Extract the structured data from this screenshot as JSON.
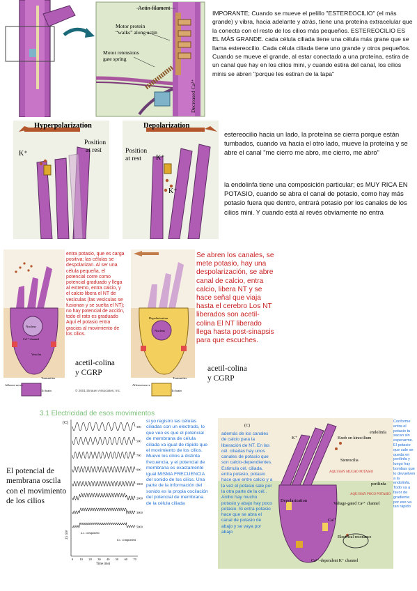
{
  "top": {
    "fig": {
      "actin": "Actin filament",
      "motor1": "Motor protein",
      "motor2": "“walks” along actin",
      "spring1": "Motor retensions",
      "spring2": "gate spring",
      "decreased": "Decreased Ca²⁺"
    },
    "note": "IMPORANTE; Cuando se mueve el pelillo \"ESTEREOCILIO\" (el más grande) y vibra, hacia adelante y atrás, tiene una proteína extracelular que la conecta con el resto de los cilios más pequeños. ESTEREOCILIO ES EL MÁS GRANDE. cada célula ciliada tiene una célula más grane que se llama estereocilio. Cada célula ciliada tiene uno grande y otros pequeños. Cuando se mueve el grande, al estar conectado a una proteína, estira de un canal que hay en los cilios mini, y cuando estira del canal, los cilios minis se abren \"porque les estiran de la tapa\""
  },
  "second": {
    "hyper": "Hyperpolarization",
    "depol": "Depolarization",
    "kplus": "K⁺",
    "position1": "Position",
    "position2": "at rest",
    "note1": "estereocilio hacia un lado, la proteína se cierra porque están tumbados, cuando va hacia el otro lado, mueve la proteína y se abre el canal \"me cierro me abro, me cierro, me abro\"",
    "note2": "la endolinfa tiene una composición particular; es MUY RICA EN POTASIO, cuando se abra el canal de potasio, como hay más potasio fuera que dentro, entrará potasio por los canales de los cilios mini. Y cuando está al revés obviamente no entra"
  },
  "third": {
    "left_labels": {
      "nucleus": "Nucleus",
      "ca_channel": "Ca²⁺ channel",
      "vesicles": "Vesicles",
      "transmitter": "Transmitter",
      "afferent": "Afferent nerve",
      "to_brain": "To brain"
    },
    "left_note": "entra potasio, que es carga positiva; las células se despolarizan. Al ser una célula pequeña, el potencial corre como potencial graduado y llega al extremo, entra calcio, y el calcio libera el NT de vesículas (las vesículas se fusionan y se suelta el NT); no hay potencial de acción, todo el rato es graduado\nAquí el potasio entra gracias al movimiento de los cilios.",
    "left_caption": "acetil-colina\ny CGRP",
    "copyright": "© 2001 Sinauer Associates, Inc.",
    "right_labels": {
      "depolarization": "Depolarization",
      "nucleus": "Nucleus",
      "transmitter": "Transmitter",
      "afferent": "Afferent nerve",
      "to_brain": "To brain"
    },
    "right_note": "Se abren los canales, se mete potasio, hay una despolarización, se abre canal de calcio, entra calcio, libera NT y se hace señal que viaja hasta el cerebro Los NT liberados son acetil-colina El NT liberado llega hasta post-sinapsis para que escuches.",
    "right_caption": "acetil-colina\ny CGRP"
  },
  "bottom": {
    "section_title": "3.1 Electricidad de esos movimientos",
    "c_label": "(C)",
    "side_title": "El potencial de membrana oscila con el movimiento de los cilios",
    "freq": [
      "300",
      "500",
      "700",
      "900",
      "1000",
      "2000",
      "3000",
      "5000"
    ],
    "ac": "a.c. component",
    "dc": "d.c. component",
    "ylabel": "25 mV",
    "xticks": [
      "0",
      "10",
      "20",
      "30",
      "40",
      "50",
      "60",
      "70"
    ],
    "xlabel": "Time (ms)",
    "mid_note": "si yo registro las células ciliadas con un electrodo, lo que veo es que el potencial de membrana de célula ciliada va igual de rápido que el movimiento de los cilios. Muevo los cilios a distinta frecuencia, y el potencial de membrana es exactamente igual MISMA FRECUENCIA del sonido de los cilios. Una parte de la información del sonido es la propia oscilación del potencial de membrana de la célula ciliada",
    "right_fig": {
      "c_label": "(C)",
      "endolinfa": "endolinfa",
      "perilinfa": "perilinfa",
      "knob": "Knob on kinocilium",
      "stereocilia": "Stereocilia",
      "mucho": "AQUI HAY MUCHO POTASIO",
      "poco": "AQUI HAY POCO POTASIO",
      "depol": "Depolarization",
      "voltage": "Voltage-gated Ca²⁺ channel",
      "electrical": "Electrical resonance",
      "kdep": "Ca²⁺-dependent K⁺ channel",
      "k": "K⁺",
      "ca": "Ca²⁺"
    },
    "overlay_note": "además de los canales de calcio para la liberación de NT. En las cél. ciliadas hay unos canales de potasio que son calcio-dependientes. Estimula cél. ciliada, entra potasio, potasio hace que entre calcio y a la vez el potasio sale por la otra parte de la cél.. Ambo hay mucho potasio y abajo hay poco potasio. Si entra potasio hace que se abra el canal de potasio de abajo y se vaya por abajo",
    "right_note": "Conforme entra el potasio tu sacan sin esperarme. El potasio que sale se queda en perilinfa y luego hay bombas que lo devuelven a la endolinfa. Todo va a favor de gradiente por eso va tan rápido"
  }
}
